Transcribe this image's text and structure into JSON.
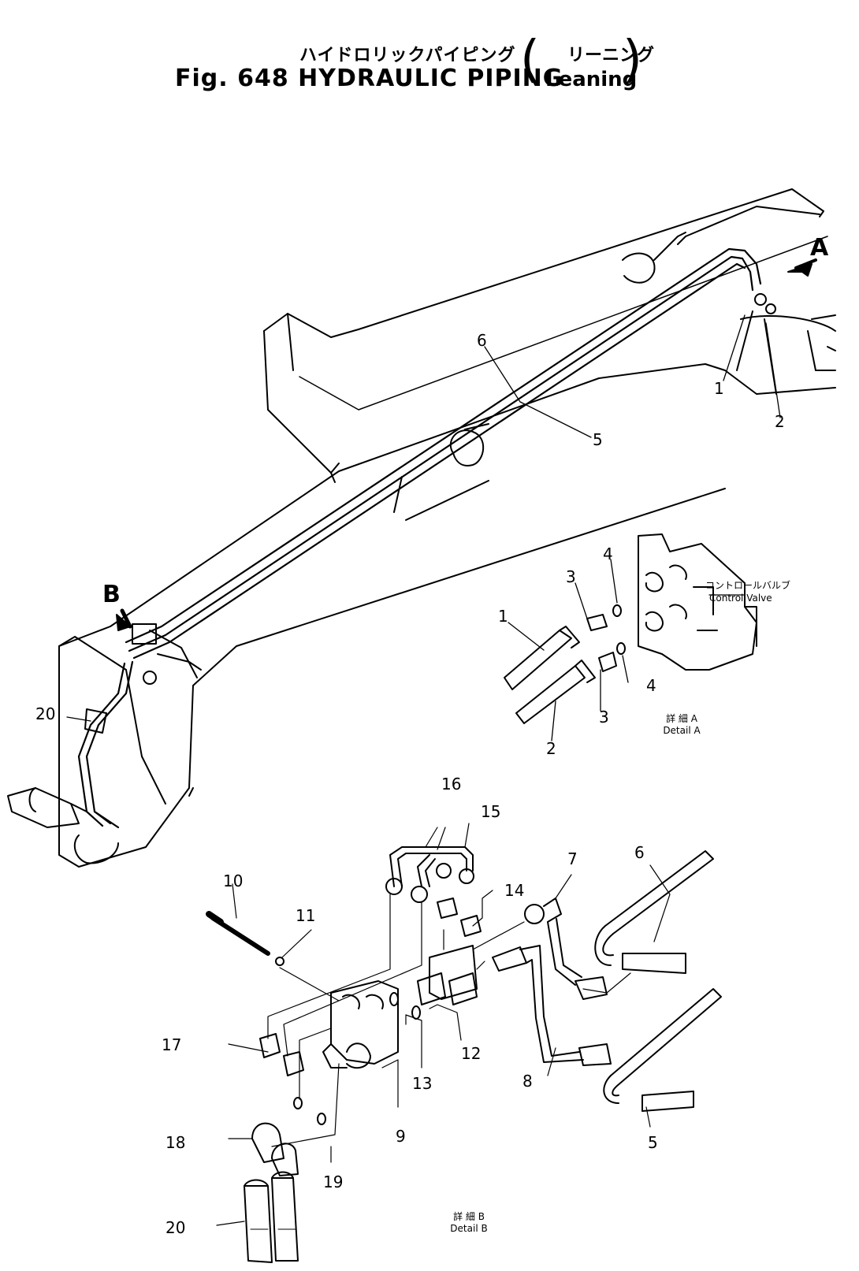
{
  "title": {
    "japanese": "ハイドロリックパイピング",
    "japanese_sub": "リーニング",
    "english": "Fig. 648  HYDRAULIC PIPING",
    "english_sub": "Leaning"
  },
  "view_labels": {
    "a": "A",
    "b": "B"
  },
  "detail_a": {
    "japanese": "詳 細 A",
    "caption": "Detail  A",
    "component_japanese": "コントロールバルブ",
    "component": "Control Valve"
  },
  "detail_b": {
    "japanese": "詳 細 B",
    "caption": "Detail  B"
  },
  "callouts": {
    "main": [
      "6",
      "5",
      "1",
      "2",
      "20"
    ],
    "detail_a": [
      "1",
      "2",
      "3",
      "3",
      "4",
      "4"
    ],
    "detail_b": [
      "16",
      "15",
      "14",
      "10",
      "11",
      "7",
      "6",
      "17",
      "12",
      "13",
      "8",
      "9",
      "18",
      "19",
      "5",
      "20"
    ]
  }
}
